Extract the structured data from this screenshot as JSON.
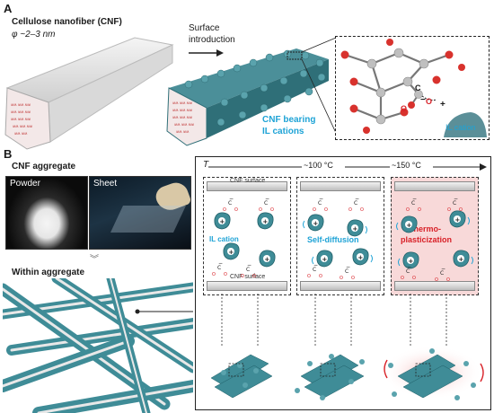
{
  "panelA": {
    "letter": "A",
    "title": "Cellulose nanofiber (CNF)",
    "diameter": "φ ~2–3 nm",
    "arrow_text_1": "Surface",
    "arrow_text_2": "introduction",
    "bearing_1": "CNF bearing",
    "bearing_2": "IL cations",
    "inset_c": "C",
    "inset_o1": "O",
    "inset_o2": "O",
    "inset_minus": "−",
    "inset_plus": "+",
    "inset_il": "IL cation"
  },
  "panelB": {
    "letter": "B",
    "aggregate_title": "CNF aggregate",
    "powder_label": "Powder",
    "sheet_label": "Sheet",
    "within_label": "Within aggregate",
    "temp_T": "T",
    "temp_100": "~100 °C",
    "temp_150": "~150 °C",
    "surface_top": "CNF surface",
    "surface_bottom": "CNF surface",
    "il_cation": "IL cation",
    "self_diffusion": "Self-diffusion",
    "thermo_1": "Thermo-",
    "thermo_2": "plasticization"
  },
  "colors": {
    "fiber_teal": "#3f8c97",
    "label_cyan": "#1ea3d6",
    "label_red": "#d82027",
    "hot_pink": "#f6d3d3"
  }
}
